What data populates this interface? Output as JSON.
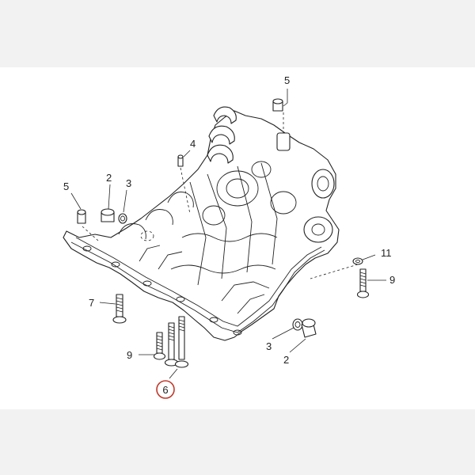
{
  "diagram": {
    "highlight_color": "#c0392b",
    "callouts": [
      {
        "id": "c5-top",
        "label": "5"
      },
      {
        "id": "c4",
        "label": "4"
      },
      {
        "id": "c2-left",
        "label": "2"
      },
      {
        "id": "c3-left",
        "label": "3"
      },
      {
        "id": "c5-left",
        "label": "5"
      },
      {
        "id": "c11",
        "label": "11"
      },
      {
        "id": "c9-right",
        "label": "9"
      },
      {
        "id": "c7",
        "label": "7"
      },
      {
        "id": "c9-bottom",
        "label": "9"
      },
      {
        "id": "c3-bottom",
        "label": "3"
      },
      {
        "id": "c2-bottom",
        "label": "2"
      },
      {
        "id": "c6",
        "label": "6",
        "highlighted": true
      }
    ]
  }
}
